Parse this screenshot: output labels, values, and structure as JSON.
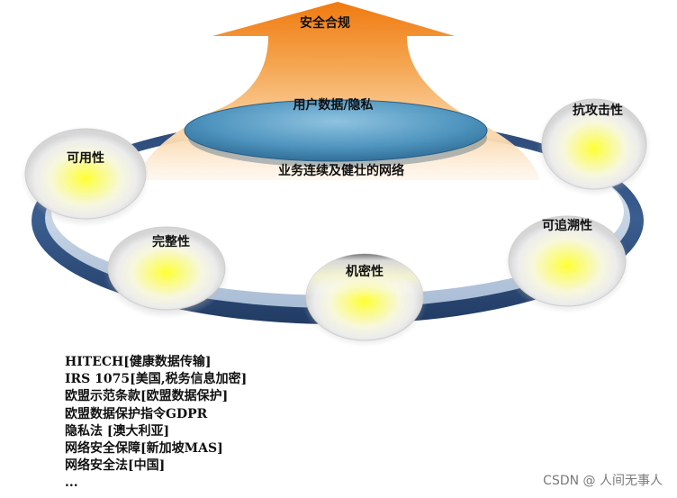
{
  "diagram": {
    "top_arrow_label": "安全合规",
    "center_label": "用户数据/隐私",
    "base_label": "业务连续及健壮的网络",
    "nodes": [
      {
        "id": "availability",
        "label": "可用性"
      },
      {
        "id": "attack-resistance",
        "label": "抗攻击性"
      },
      {
        "id": "traceability",
        "label": "可追溯性"
      },
      {
        "id": "confidentiality",
        "label": "机密性"
      },
      {
        "id": "integrity",
        "label": "完整性"
      }
    ]
  },
  "regulations": [
    "HITECH[健康数据传输]",
    "IRS 1075[美国,税务信息加密]",
    "欧盟示范条款[欧盟数据保护]",
    "欧盟数据保护指令GDPR",
    "隐私法 [澳大利亚]",
    "网络安全保障[新加坡MAS]",
    "网络安全法[中国]",
    "..."
  ],
  "watermark": "CSDN @ 人间无事人",
  "colors": {
    "arrow_top": "#f07a10",
    "arrow_bottom": "#fde9cf",
    "ring": "#2c4a78",
    "ring_inner": "#c9d7e8",
    "disc": "#3f88b2",
    "node_glow": "#ffff33"
  }
}
